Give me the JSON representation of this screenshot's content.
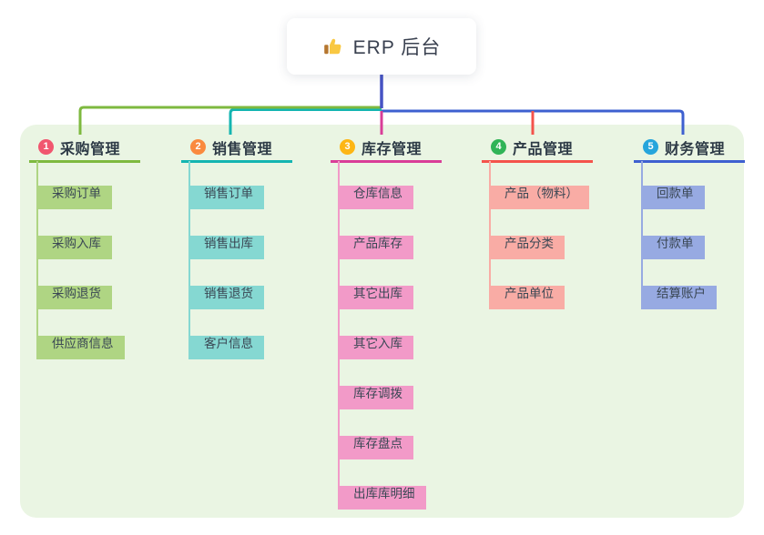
{
  "root": {
    "icon": "thumbs-up-icon",
    "label": "ERP 后台"
  },
  "colors": {
    "panel_bg": "#EAF5E3",
    "root_stem": "#4653C4",
    "branch_1": {
      "line": "#7EB93F",
      "light": "#AFD583",
      "badge": "#F1566F"
    },
    "branch_2": {
      "line": "#14B5B1",
      "light": "#85D8D2",
      "badge": "#FA8A3E"
    },
    "branch_3": {
      "line": "#D93D98",
      "light": "#F29AC8",
      "badge": "#FDB614"
    },
    "branch_4": {
      "line": "#F4534C",
      "light": "#F9ACA5",
      "badge": "#30B457"
    },
    "branch_5": {
      "line": "#3E60D0",
      "light": "#97AAE2",
      "badge": "#26A5DC"
    }
  },
  "branches": [
    {
      "num": "1",
      "title": "采购管理",
      "children": [
        "采购订单",
        "采购入库",
        "采购退货",
        "供应商信息"
      ]
    },
    {
      "num": "2",
      "title": "销售管理",
      "children": [
        "销售订单",
        "销售出库",
        "销售退货",
        "客户信息"
      ]
    },
    {
      "num": "3",
      "title": "库存管理",
      "children": [
        "仓库信息",
        "产品库存",
        "其它出库",
        "其它入库",
        "库存调拨",
        "库存盘点",
        "出库库明细"
      ]
    },
    {
      "num": "4",
      "title": "产品管理",
      "children": [
        "产品（物料）",
        "产品分类",
        "产品单位"
      ]
    },
    {
      "num": "5",
      "title": "财务管理",
      "children": [
        "回款单",
        "付款单",
        "结算账户"
      ]
    }
  ]
}
